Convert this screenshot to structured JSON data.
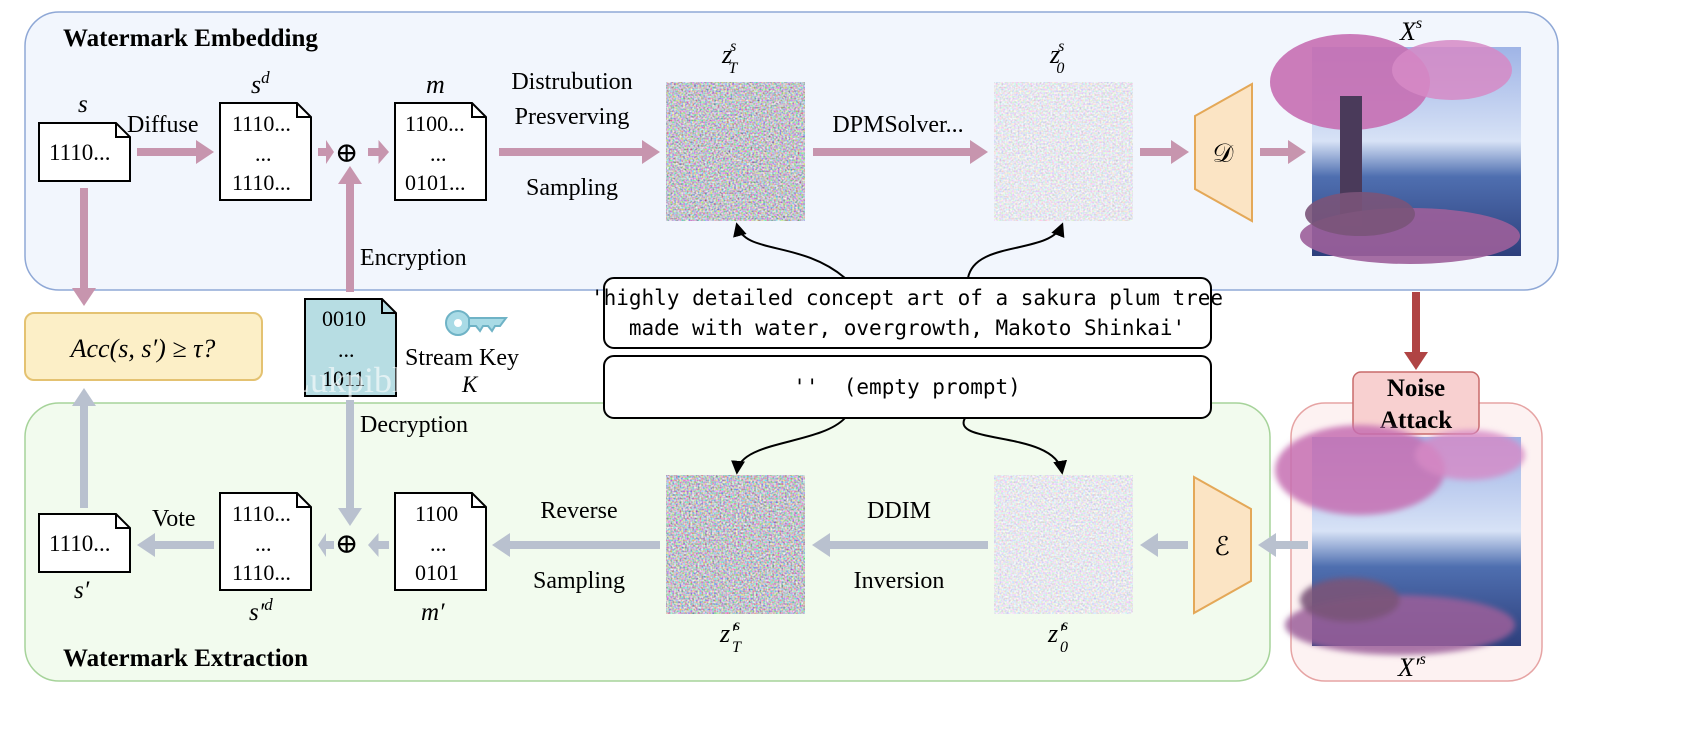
{
  "sections": {
    "embedding_title": "Watermark Embedding",
    "extraction_title": "Watermark Extraction",
    "noise_attack": [
      "Noise",
      "Attack"
    ]
  },
  "embedding": {
    "s_label": "s",
    "s_bits": "1110...",
    "diffuse_label": "Diffuse",
    "sd_label": "s",
    "sd_sup": "d",
    "sd_lines": [
      "1110...",
      "...",
      "1110..."
    ],
    "xor_symbol": "⊕",
    "m_label": "m",
    "m_lines": [
      "1100...",
      "...",
      "0101..."
    ],
    "sampling_lines": [
      "Distrubution",
      "Presverving",
      "Sampling"
    ],
    "zT_label": "z",
    "zT_sub": "T",
    "zT_sup": "s",
    "solver_label": "DPMSolver...",
    "z0_label": "z",
    "z0_sub": "0",
    "z0_sup": "s",
    "decoder_symbol": "𝒟",
    "xs_label": "X",
    "xs_sup": "s",
    "encryption_label": "Encryption"
  },
  "key": {
    "lines": [
      "0010",
      "...",
      "1011"
    ],
    "stream_key_label": "Stream Key",
    "K_label": "K",
    "decryption_label": "Decryption",
    "watermark_text": "Lukpiblo"
  },
  "prompts": {
    "main_prompt_lines": [
      "'highly detailed concept art of a sakura plum tree",
      "made with water, overgrowth,  Makoto Shinkai'"
    ],
    "empty_prompt": "''  (empty prompt)"
  },
  "check": {
    "formula": "Acc(s, s′) ≥ τ?"
  },
  "extraction": {
    "s_prime_label": "s′",
    "s_prime_bits": "1110...",
    "vote_label": "Vote",
    "spd_label": "s′",
    "spd_sup": "d",
    "spd_lines": [
      "1110...",
      "...",
      "1110..."
    ],
    "xor_symbol": "⊕",
    "m_prime_label": "m′",
    "m_prime_lines": [
      "1100",
      "...",
      "0101"
    ],
    "reverse_lines": [
      "Reverse",
      "Sampling"
    ],
    "zT_label": "z′",
    "zT_sub": "T",
    "zT_sup": "s",
    "ddim_lines": [
      "DDIM",
      "Inversion"
    ],
    "z0_label": "z′",
    "z0_sub": "0",
    "z0_sup": "s",
    "encoder_symbol": "ℰ",
    "xps_label": "X′",
    "xps_sup": "s"
  },
  "colors": {
    "embed_bg": "#f2f6fd",
    "embed_border": "#8fa8d6",
    "extract_bg": "#f2fbee",
    "extract_border": "#a6d39a",
    "attack_bg": "#fdf2f2",
    "attack_border": "#e6a4a4",
    "pink_arrow": "#c795ae",
    "gray_arrow": "#b9c1cf",
    "red_arrow": "#b04444",
    "check_bg": "#fcefc7",
    "check_border": "#e4c271",
    "trap_fill": "#fbe4c4",
    "trap_stroke": "#e4a858",
    "key_doc": "#b7dde3"
  }
}
